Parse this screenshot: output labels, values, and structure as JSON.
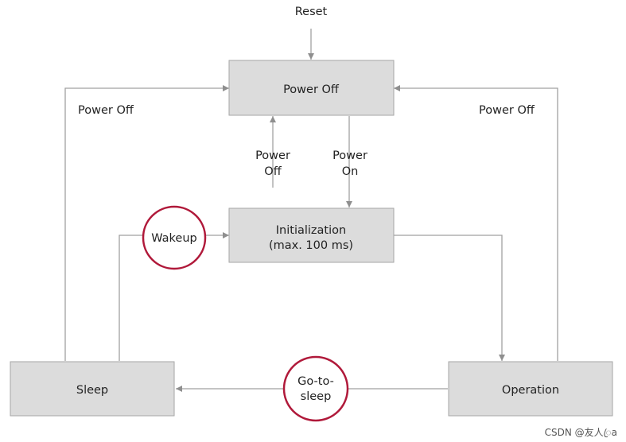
{
  "states": {
    "power_off": "Power Off",
    "initialization_line1": "Initialization",
    "initialization_line2": "(max. 100 ms)",
    "sleep": "Sleep",
    "operation": "Operation"
  },
  "transitions": {
    "reset": "Reset",
    "power_off_left": "Power Off",
    "power_off_right": "Power Off",
    "power_off_mid_line1": "Power",
    "power_off_mid_line2": "Off",
    "power_on_line1": "Power",
    "power_on_line2": "On"
  },
  "events": {
    "wakeup": "Wakeup",
    "go_to_sleep_line1": "Go-to-",
    "go_to_sleep_line2": "sleep"
  },
  "watermark": "CSDN @友人ꦿa",
  "colors": {
    "box_fill": "#dcdcdc",
    "box_stroke": "#a6a6a6",
    "arrow": "#a0a0a0",
    "event_circle": "#b0193a"
  }
}
